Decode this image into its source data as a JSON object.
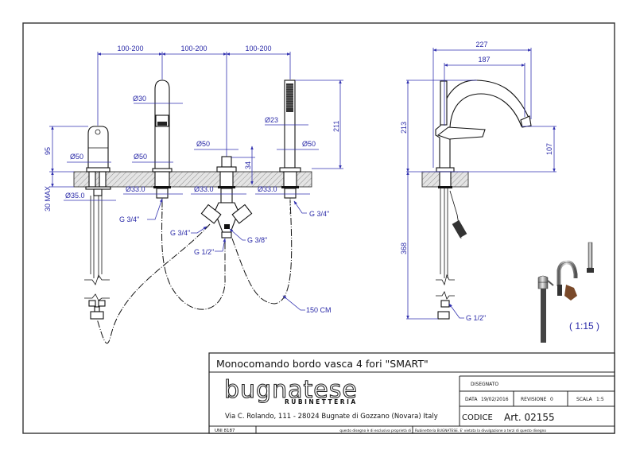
{
  "drawing": {
    "front_view": {
      "spacing_labels": [
        "100-200",
        "100-200",
        "100-200"
      ],
      "diameters": {
        "spout_body": "Ø30",
        "handshower": "Ø23",
        "base_mixer": "Ø50",
        "base_spout": "Ø50",
        "base_diverter": "Ø50",
        "base_handshower": "Ø50",
        "shank_mixer": "Ø35.0",
        "shank_spout": "Ø33.0",
        "shank_diverter": "Ø33.0",
        "shank_handshower": "Ø33.0"
      },
      "heights": {
        "mixer": "95",
        "deck_thickness_max": "30 MAX",
        "diverter": "34",
        "handshower": "211"
      },
      "connections": {
        "spout": "G 3/4\"",
        "diverter_left": "G 3/4\"",
        "diverter_bottom": "G 1/2\"",
        "diverter_right": "G 3/8\"",
        "handshower": "G 3/4\""
      },
      "hose_length": "150 CM"
    },
    "side_view": {
      "reach_total": "227",
      "reach_spout": "187",
      "height_total": "213",
      "spout_outlet_height": "107",
      "under_deck_length": "368",
      "connection": "G 1/2\""
    },
    "scale_label": "( 1:15 )"
  },
  "title_block": {
    "title": "Monocomando bordo vasca 4 fori \"SMART\"",
    "brand": "bugnatese",
    "brand_sub": "RUBINETTERIA",
    "address": "Via C. Rolando, 111 - 28024 Bugnate di Gozzano (Novara) Italy",
    "designed_label": "DISEGNATO",
    "date_label": "DATA",
    "date_value": "19/02/2016",
    "revision_label": "REVISIONE",
    "revision_value": "0",
    "scale_label": "SCALA",
    "scale_value": "1:5",
    "code_label": "CODICE",
    "code_value": "Art. 02155",
    "standard": "UNI 8187",
    "notice_left": "questo disegno è di esclusiva proprietà di",
    "notice_right": "Rubinetteria BUGNATESE. E' vietata la divulgazione a terzi di questo disegno"
  },
  "colors": {
    "dimension": "#2a2aa8",
    "line": "#111111",
    "hatch": "#9a9a9a"
  }
}
